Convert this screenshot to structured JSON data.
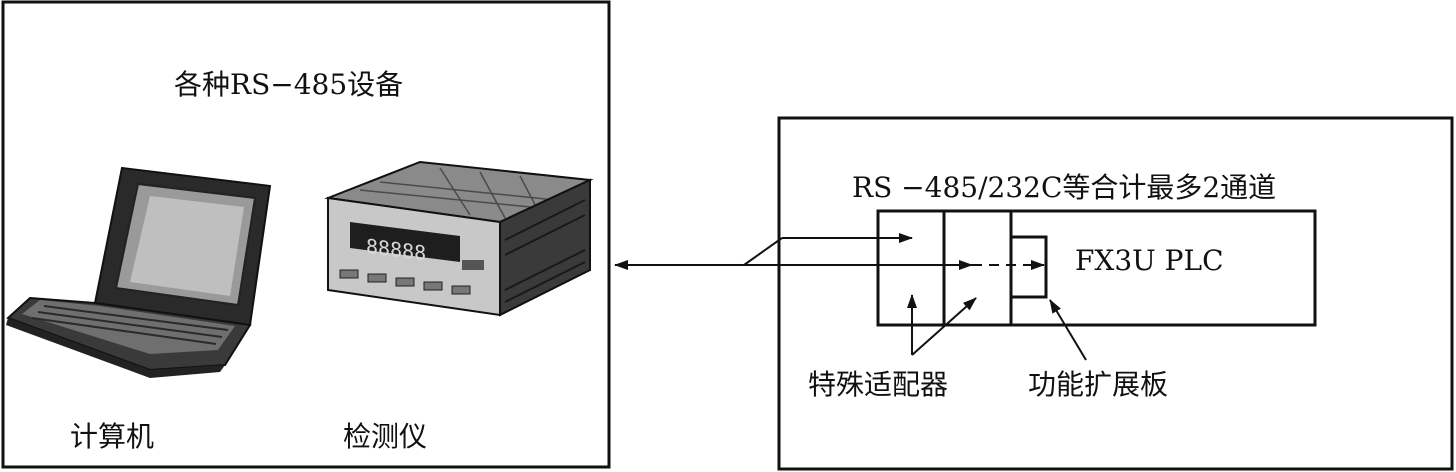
{
  "left_panel": {
    "title": "各种RS−485设备",
    "devices": [
      {
        "label": "计算机",
        "icon": "laptop-icon"
      },
      {
        "label": "检测仪",
        "icon": "panel-meter-icon"
      }
    ]
  },
  "right_panel": {
    "title": "RS −485/232C等合计最多2通道",
    "plc_label": "FX3U PLC",
    "callouts": {
      "adapter": "特殊适配器",
      "expansion_board": "功能扩展板"
    }
  }
}
